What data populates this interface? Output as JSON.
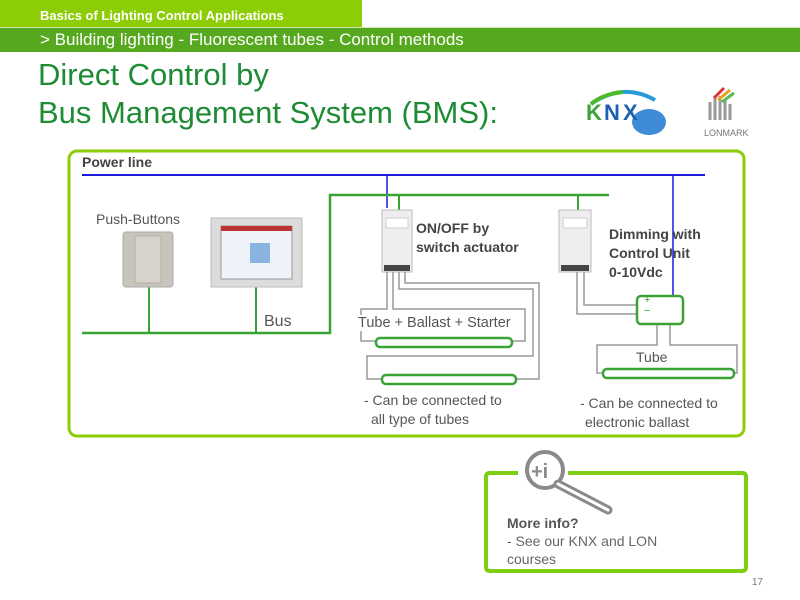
{
  "header": {
    "section": "Basics of Lighting Control Applications",
    "breadcrumb": "> Building lighting - Fluorescent tubes - Control methods"
  },
  "title": {
    "line1": "Direct Control by",
    "line2": "Bus Management System (BMS):"
  },
  "logos": {
    "knx": "KNX",
    "lonmark": "LONMARK"
  },
  "diagram": {
    "power_line": "Power line",
    "push_buttons": "Push-Buttons",
    "bus": "Bus",
    "actuator_label_1": "ON/OFF by",
    "actuator_label_2": "switch actuator",
    "dimming_1": "Dimming with",
    "dimming_2": "Control Unit",
    "dimming_3": "0-10Vdc",
    "control_plus": "+",
    "control_minus": "−",
    "tube_ballast_starter": "Tube + Ballast + Starter",
    "tube": "Tube",
    "note_left_1": "- Can be connected to",
    "note_left_2": "all type of tubes",
    "note_right_1": "- Can be connected to",
    "note_right_2": "electronic ballast"
  },
  "info": {
    "heading": "More info?",
    "line1": "- See our KNX and LON",
    "line2": "courses"
  },
  "page_number": "17",
  "colors": {
    "accent": "#8ccd06",
    "band": "#56a81e",
    "title": "#1e8c35",
    "power": "#1a1adb",
    "bus": "#3aa335"
  }
}
